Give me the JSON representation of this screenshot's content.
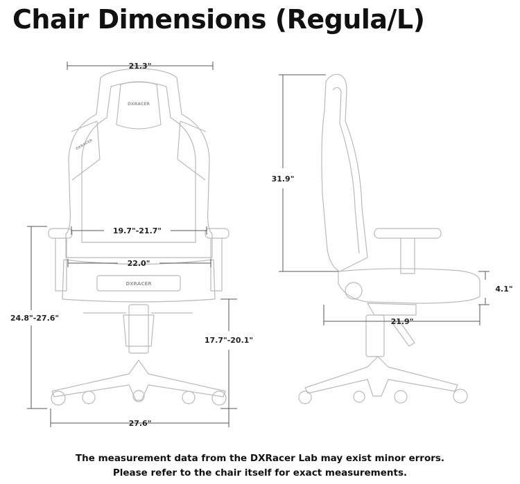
{
  "title": "Chair Dimensions (Regula/L)",
  "dimensions": {
    "backrest_width": "21.3\"",
    "armrest_spacing": "19.7\"-21.7\"",
    "seat_width": "22.0\"",
    "armrest_height": "24.8\"-27.6\"",
    "seat_height": "17.7\"-20.1\"",
    "base_width": "27.6\"",
    "backrest_height": "31.9\"",
    "seat_depth": "21.9\"",
    "seat_thickness": "4.1\""
  },
  "brand_marks": [
    "DXRACER",
    "DXRACER",
    "DXRACER"
  ],
  "footnote": {
    "line1": "The measurement data from the DXRacer Lab may exist minor errors.",
    "line2": "Please refer to the chair itself for exact measurements."
  }
}
